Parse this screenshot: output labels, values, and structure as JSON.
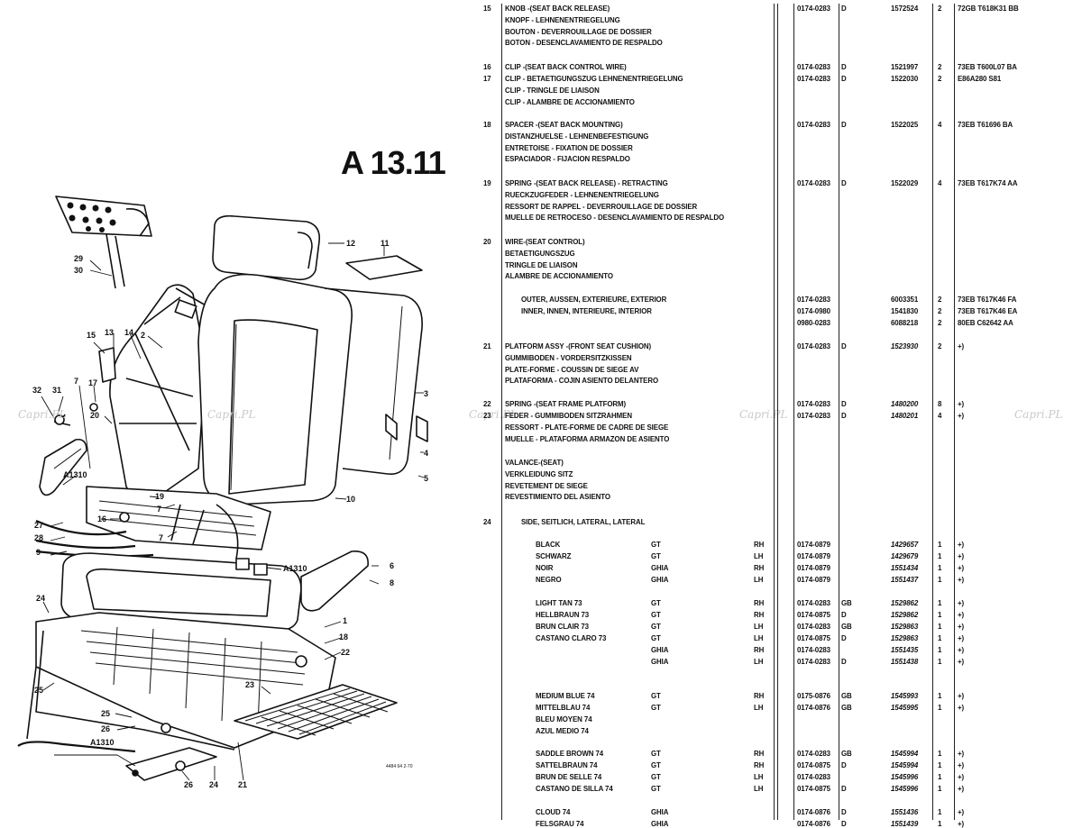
{
  "figure_id": "A 13.11",
  "drawing_code": "4484 64\n2-70",
  "watermark": "Capri.PL",
  "callouts": [
    {
      "label": "29"
    },
    {
      "label": "30"
    },
    {
      "label": "12"
    },
    {
      "label": "11"
    },
    {
      "label": "15"
    },
    {
      "label": "13"
    },
    {
      "label": "14"
    },
    {
      "label": "2"
    },
    {
      "label": "32"
    },
    {
      "label": "31"
    },
    {
      "label": "17"
    },
    {
      "label": "20"
    },
    {
      "label": "7"
    },
    {
      "label": "A1310"
    },
    {
      "label": "3"
    },
    {
      "label": "4"
    },
    {
      "label": "5"
    },
    {
      "label": "19"
    },
    {
      "label": "10"
    },
    {
      "label": "16"
    },
    {
      "label": "7"
    },
    {
      "label": "27"
    },
    {
      "label": "28"
    },
    {
      "label": "7"
    },
    {
      "label": "9"
    },
    {
      "label": "A1310"
    },
    {
      "label": "6"
    },
    {
      "label": "8"
    },
    {
      "label": "24"
    },
    {
      "label": "1"
    },
    {
      "label": "18"
    },
    {
      "label": "22"
    },
    {
      "label": "25"
    },
    {
      "label": "23"
    },
    {
      "label": "25"
    },
    {
      "label": "26"
    },
    {
      "label": "A1310"
    },
    {
      "label": "26"
    },
    {
      "label": "24"
    },
    {
      "label": "21"
    }
  ],
  "parts": [
    {
      "no": "15",
      "lines": [
        "KNOB -(SEAT BACK RELEASE)",
        "KNOPF - LEHNENENTRIEGELUNG",
        "BOUTON - DEVERROUILLAGE DE DOSSIER",
        "BOTON - DESENCLAVAMIENTO DE RESPALDO"
      ],
      "date": "0174-0283",
      "c": "D",
      "partno": "1572524",
      "qty": "2",
      "eng": "72GB T618K31 BB"
    },
    {
      "no": "16",
      "lines": [
        "CLIP -(SEAT BACK CONTROL WIRE)"
      ],
      "date": "0174-0283",
      "c": "D",
      "partno": "1521997",
      "qty": "2",
      "eng": "73EB T600L07 BA"
    },
    {
      "no": "17",
      "lines": [
        "CLIP - BETAETIGUNGSZUG LEHNENENTRIEGELUNG",
        "CLIP - TRINGLE DE LIAISON",
        "CLIP - ALAMBRE DE ACCIONAMIENTO"
      ],
      "date": "0174-0283",
      "c": "D",
      "partno": "1522030",
      "qty": "2",
      "eng": "E86A280 S81"
    },
    {
      "no": "18",
      "lines": [
        "SPACER -(SEAT BACK MOUNTING)",
        "DISTANZHUELSE - LEHNENBEFESTIGUNG",
        "ENTRETOISE - FIXATION DE DOSSIER",
        "ESPACIADOR - FIJACION RESPALDO"
      ],
      "date": "0174-0283",
      "c": "D",
      "partno": "1522025",
      "qty": "4",
      "eng": "73EB T61696 BA"
    },
    {
      "no": "19",
      "lines": [
        "SPRING -(SEAT BACK RELEASE) - RETRACTING",
        "RUECKZUGFEDER - LEHNENENTRIEGELUNG",
        "RESSORT DE RAPPEL - DEVERROUILLAGE DE DOSSIER",
        "MUELLE DE RETROCESO - DESENCLAVAMIENTO DE RESPALDO"
      ],
      "date": "0174-0283",
      "c": "D",
      "partno": "1522029",
      "qty": "4",
      "eng": "73EB T617K74 AA"
    },
    {
      "no": "20",
      "lines": [
        "WIRE-(SEAT CONTROL)",
        "BETAETIGUNGSZUG",
        "TRINGLE DE LIAISON",
        "ALAMBRE DE ACCIONAMIENTO"
      ]
    },
    {
      "sub": "OUTER, AUSSEN, EXTERIEURE, EXTERIOR",
      "date": "0174-0283",
      "partno": "6003351",
      "qty": "2",
      "eng": "73EB T617K46 FA"
    },
    {
      "sub": "INNER, INNEN, INTERIEURE, INTERIOR",
      "date": "0174-0980",
      "partno": "1541830",
      "qty": "2",
      "eng": "73EB T617K46 EA"
    },
    {
      "date": "0980-0283",
      "partno": "6088218",
      "qty": "2",
      "eng": "80EB C62642 AA"
    },
    {
      "no": "21",
      "lines": [
        "PLATFORM ASSY -(FRONT SEAT CUSHION)",
        "GUMMIBODEN - VORDERSITZKISSEN",
        "PLATE-FORME - COUSSIN DE SIEGE AV",
        "PLATAFORMA - COJIN ASIENTO DELANTERO"
      ],
      "date": "0174-0283",
      "c": "D",
      "partno": "1523930",
      "qty": "2",
      "eng": "+)"
    },
    {
      "no": "22",
      "lines": [
        "SPRING -(SEAT FRAME PLATFORM)"
      ],
      "date": "0174-0283",
      "c": "D",
      "partno": "1480200",
      "qty": "8",
      "eng": "+)"
    },
    {
      "no": "23",
      "lines": [
        "FEDER - GUMMIBODEN SITZRAHMEN",
        "RESSORT - PLATE-FORME DE CADRE DE SIEGE",
        "MUELLE - PLATAFORMA ARMAZON DE ASIENTO"
      ],
      "date": "0174-0283",
      "c": "D",
      "partno": "1480201",
      "qty": "4",
      "eng": "+)"
    },
    {
      "lines": [
        "VALANCE-(SEAT)",
        "VERKLEIDUNG SITZ",
        "REVETEMENT DE SIEGE",
        "REVESTIMIENTO DEL ASIENTO"
      ]
    },
    {
      "no": "24",
      "sub": "SIDE, SEITLICH, LATERAL, LATERAL"
    },
    {
      "color": "BLACK",
      "model": "GT",
      "side": "RH",
      "date": "0174-0879",
      "partno": "1429657",
      "qty": "1",
      "eng": "+)"
    },
    {
      "color": "SCHWARZ",
      "model": "GT",
      "side": "LH",
      "date": "0174-0879",
      "partno": "1429679",
      "qty": "1",
      "eng": "+)"
    },
    {
      "color": "NOIR",
      "model": "GHIA",
      "side": "RH",
      "date": "0174-0879",
      "partno": "1551434",
      "qty": "1",
      "eng": "+)"
    },
    {
      "color": "NEGRO",
      "model": "GHIA",
      "side": "LH",
      "date": "0174-0879",
      "partno": "1551437",
      "qty": "1",
      "eng": "+)"
    },
    {
      "color": "LIGHT TAN 73",
      "model": "GT",
      "side": "RH",
      "date": "0174-0283",
      "c": "GB",
      "partno": "1529862",
      "qty": "1",
      "eng": "+)"
    },
    {
      "color": "HELLBRAUN 73",
      "model": "GT",
      "side": "RH",
      "date": "0174-0875",
      "c": "D",
      "partno": "1529862",
      "qty": "1",
      "eng": "+)"
    },
    {
      "color": "BRUN CLAIR 73",
      "model": "GT",
      "side": "LH",
      "date": "0174-0283",
      "c": "GB",
      "partno": "1529863",
      "qty": "1",
      "eng": "+)"
    },
    {
      "color": "CASTANO CLARO 73",
      "model": "GT",
      "side": "LH",
      "date": "0174-0875",
      "c": "D",
      "partno": "1529863",
      "qty": "1",
      "eng": "+)"
    },
    {
      "model": "GHIA",
      "side": "RH",
      "date": "0174-0283",
      "partno": "1551435",
      "qty": "1",
      "eng": "+)"
    },
    {
      "model": "GHIA",
      "side": "LH",
      "date": "0174-0283",
      "c": "D",
      "partno": "1551438",
      "qty": "1",
      "eng": "+)"
    },
    {
      "color": "MEDIUM BLUE 74",
      "model": "GT",
      "side": "RH",
      "date": "0175-0876",
      "c": "GB",
      "partno": "1545993",
      "qty": "1",
      "eng": "+)"
    },
    {
      "color": "MITTELBLAU 74",
      "model": "GT",
      "side": "LH",
      "date": "0174-0876",
      "c": "GB",
      "partno": "1545995",
      "qty": "1",
      "eng": "+)"
    },
    {
      "color": "BLEU MOYEN 74"
    },
    {
      "color": "AZUL MEDIO 74"
    },
    {
      "color": "SADDLE BROWN 74",
      "model": "GT",
      "side": "RH",
      "date": "0174-0283",
      "c": "GB",
      "partno": "1545994",
      "qty": "1",
      "eng": "+)"
    },
    {
      "color": "SATTELBRAUN 74",
      "model": "GT",
      "side": "RH",
      "date": "0174-0875",
      "c": "D",
      "partno": "1545994",
      "qty": "1",
      "eng": "+)"
    },
    {
      "color": "BRUN DE SELLE 74",
      "model": "GT",
      "side": "LH",
      "date": "0174-0283",
      "partno": "1545996",
      "qty": "1",
      "eng": "+)"
    },
    {
      "color": "CASTANO DE SILLA 74",
      "model": "GT",
      "side": "LH",
      "date": "0174-0875",
      "c": "D",
      "partno": "1545996",
      "qty": "1",
      "eng": "+)"
    },
    {
      "color": "CLOUD 74",
      "model": "GHIA",
      "date": "0174-0876",
      "c": "D",
      "partno": "1551436",
      "qty": "1",
      "eng": "+)"
    },
    {
      "color": "FELSGRAU 74",
      "model": "GHIA",
      "date": "0174-0876",
      "c": "D",
      "partno": "1551439",
      "qty": "1",
      "eng": "+)"
    }
  ]
}
